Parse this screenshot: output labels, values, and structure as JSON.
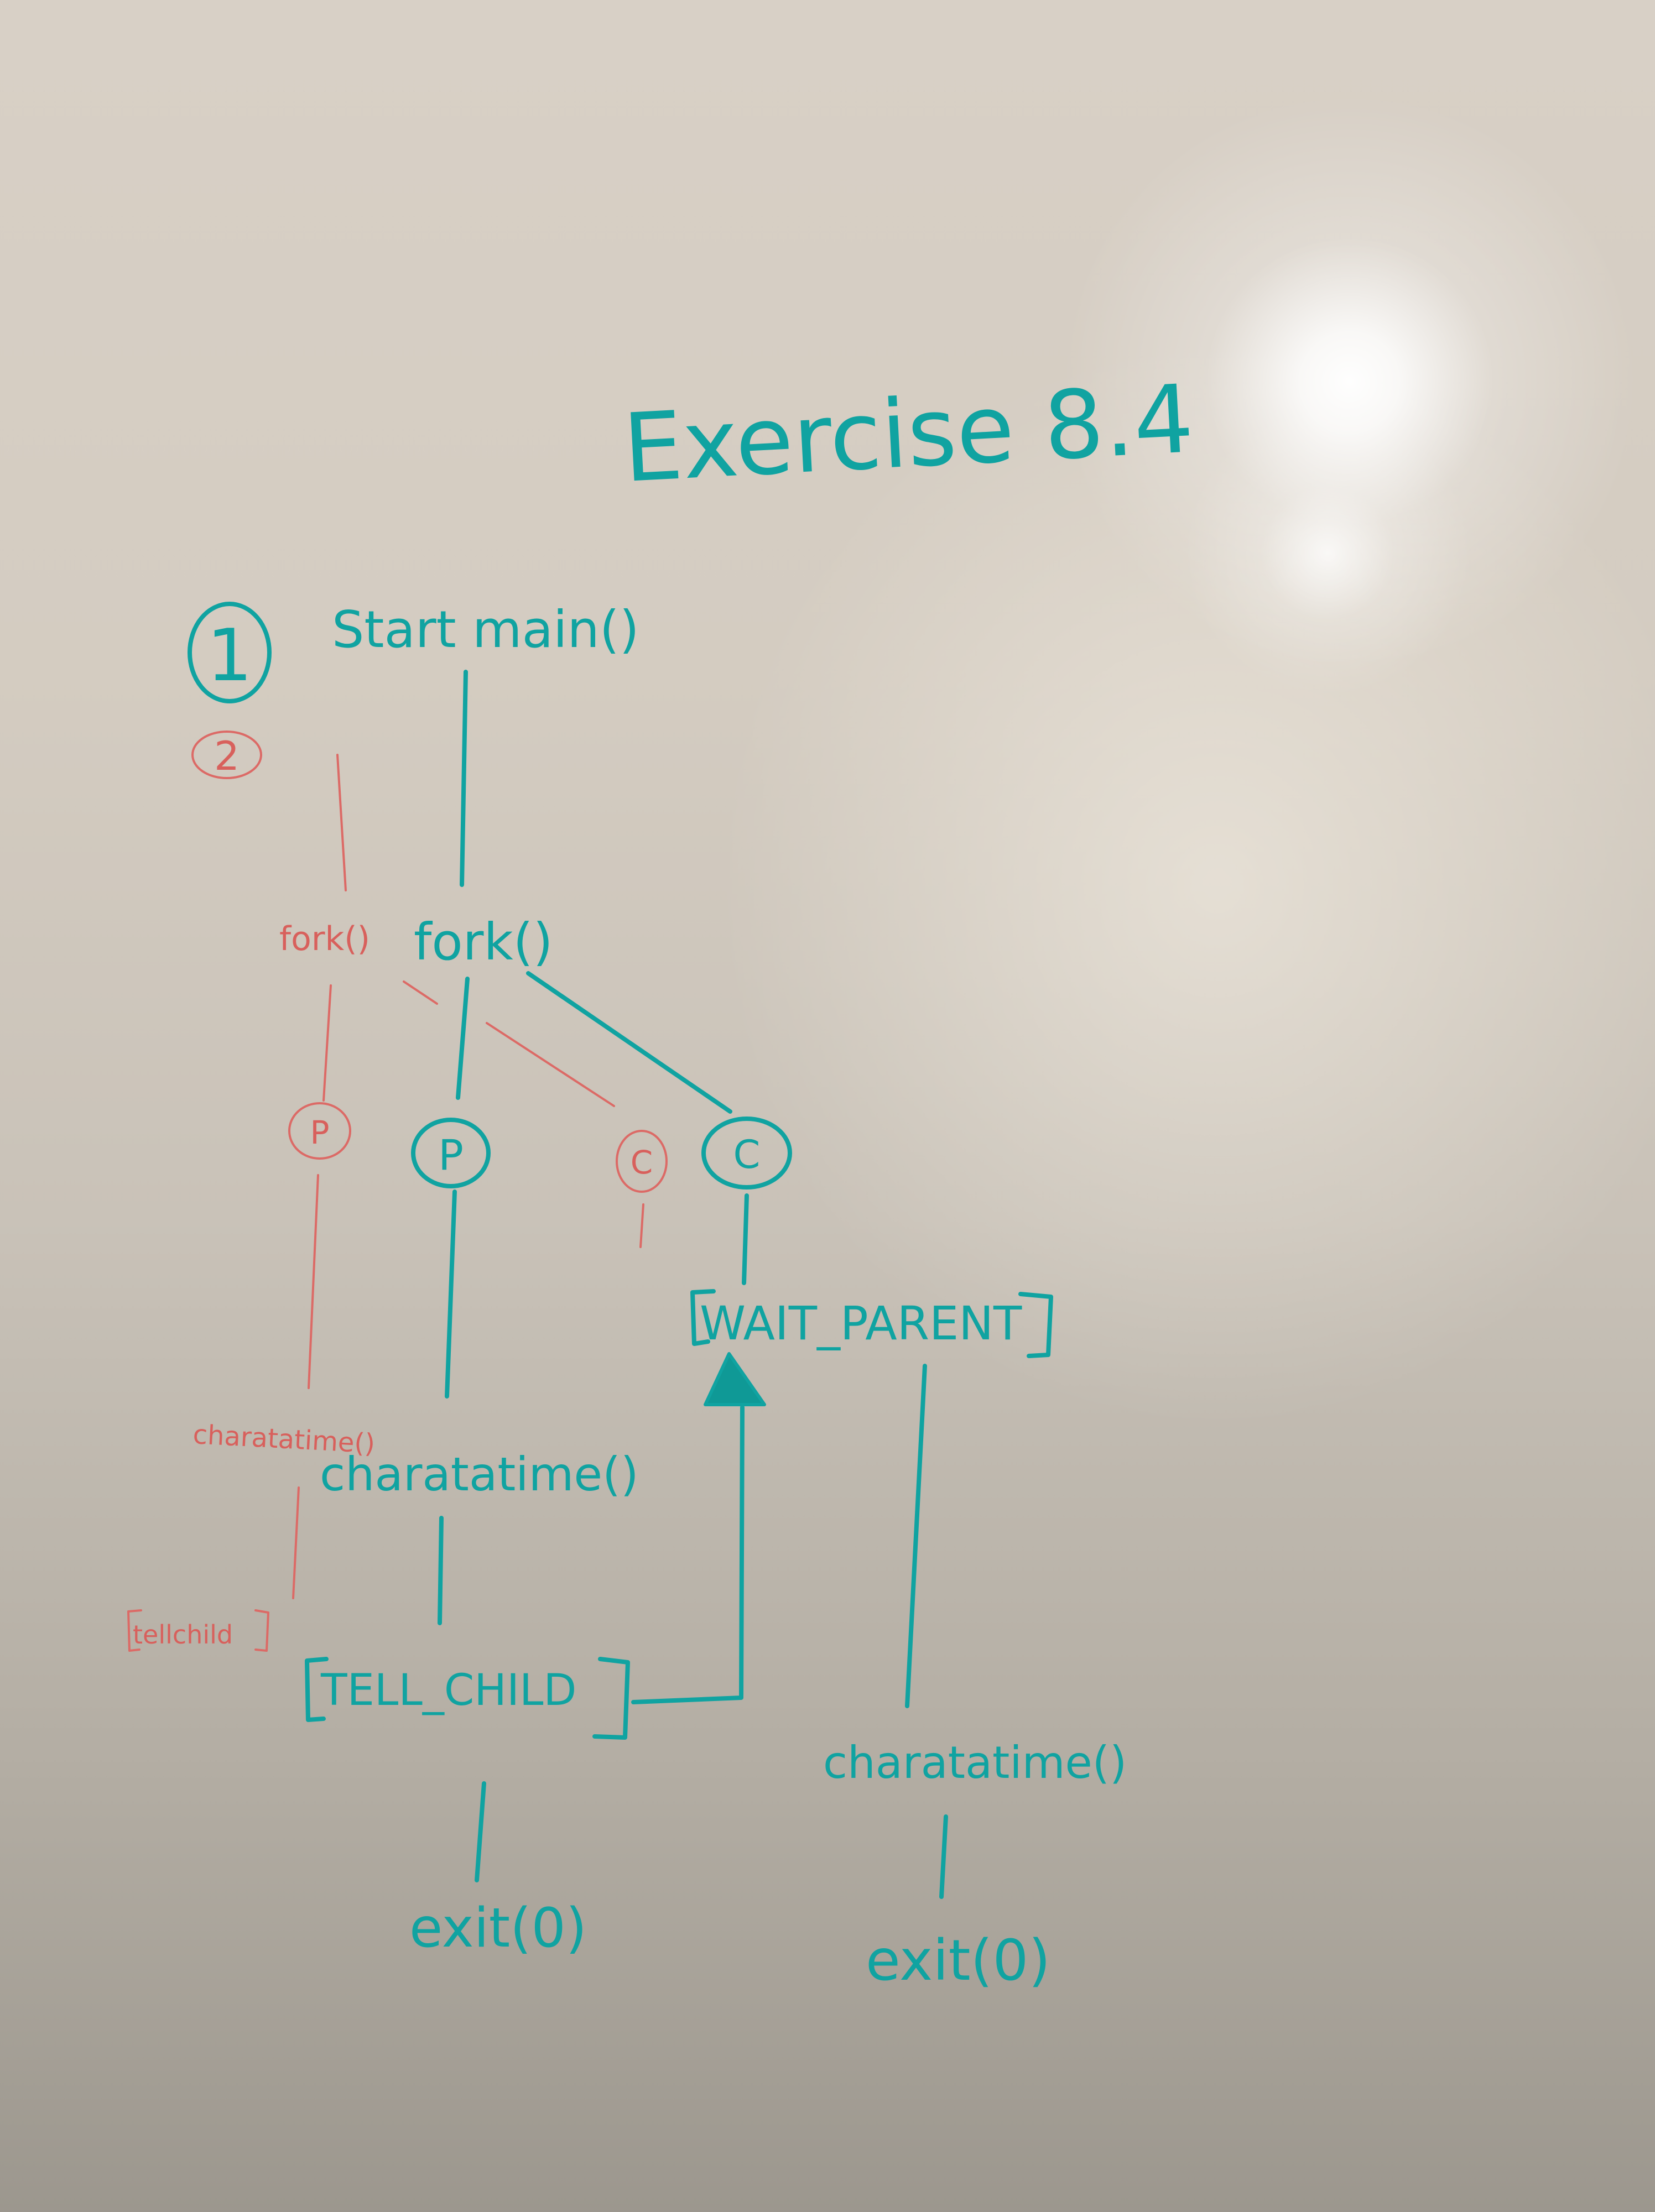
{
  "title": "Exercise 8.4",
  "steps": {
    "one": "1",
    "two": "2"
  },
  "teal": {
    "start": "Start main()",
    "fork": "fork()",
    "parent": "P",
    "child": "C",
    "wait_parent": "WAIT_PARENT",
    "charatatime_parent": "charatatime()",
    "tell_child": "TELL_CHILD",
    "exit_parent": "exit(0)",
    "charatatime_child": "charatatime()",
    "exit_child": "exit(0)"
  },
  "red": {
    "fork": "fork()",
    "parent": "P",
    "child": "C",
    "charatatime": "charatatime()",
    "tell_child": "tellchild"
  },
  "colors": {
    "teal": "#10a3a1",
    "red": "#d8605c"
  }
}
